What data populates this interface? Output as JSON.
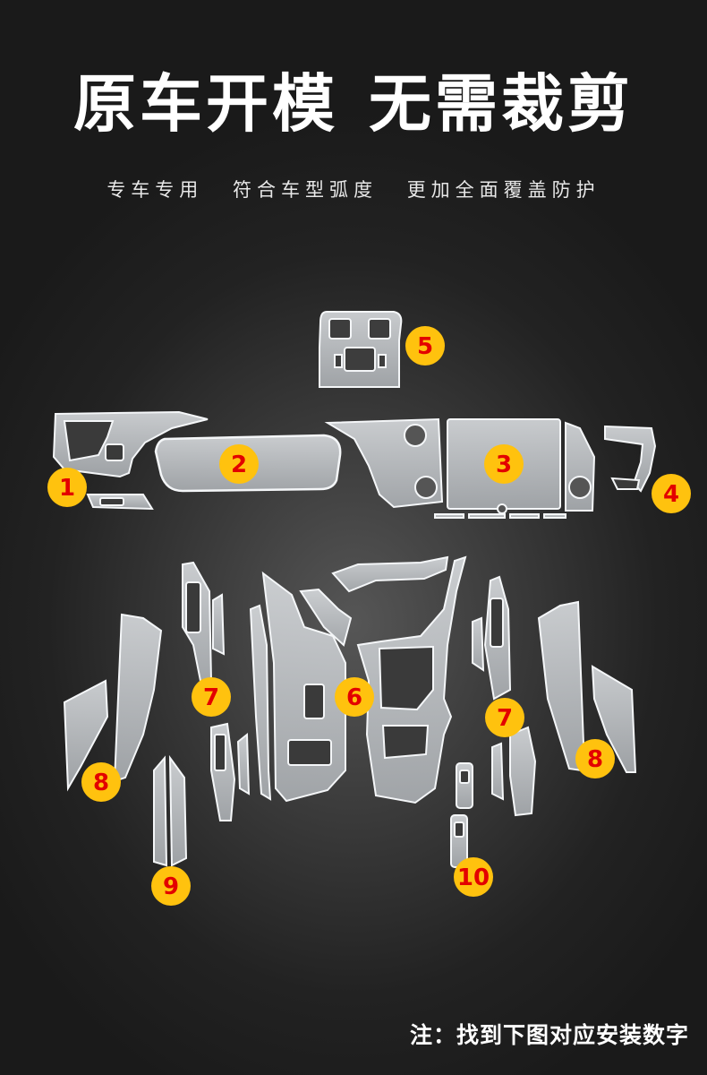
{
  "headline": {
    "part1": "原车开模",
    "part2": "无需裁剪"
  },
  "subhead": {
    "phrase1": "专车专用",
    "phrase2": "符合车型弧度",
    "phrase3": "更加全面覆盖防护"
  },
  "badges": {
    "b1": "1",
    "b2": "2",
    "b3": "3",
    "b4": "4",
    "b5": "5",
    "b6": "6",
    "b7a": "7",
    "b7b": "7",
    "b8a": "8",
    "b8b": "8",
    "b9": "9",
    "b10": "10"
  },
  "note": "注：找到下图对应安装数字",
  "colors": {
    "badge_fill": "#ffc20e",
    "badge_text": "#e30000",
    "film": "#c9ccd0",
    "film_edge": "#f4f6f8"
  }
}
